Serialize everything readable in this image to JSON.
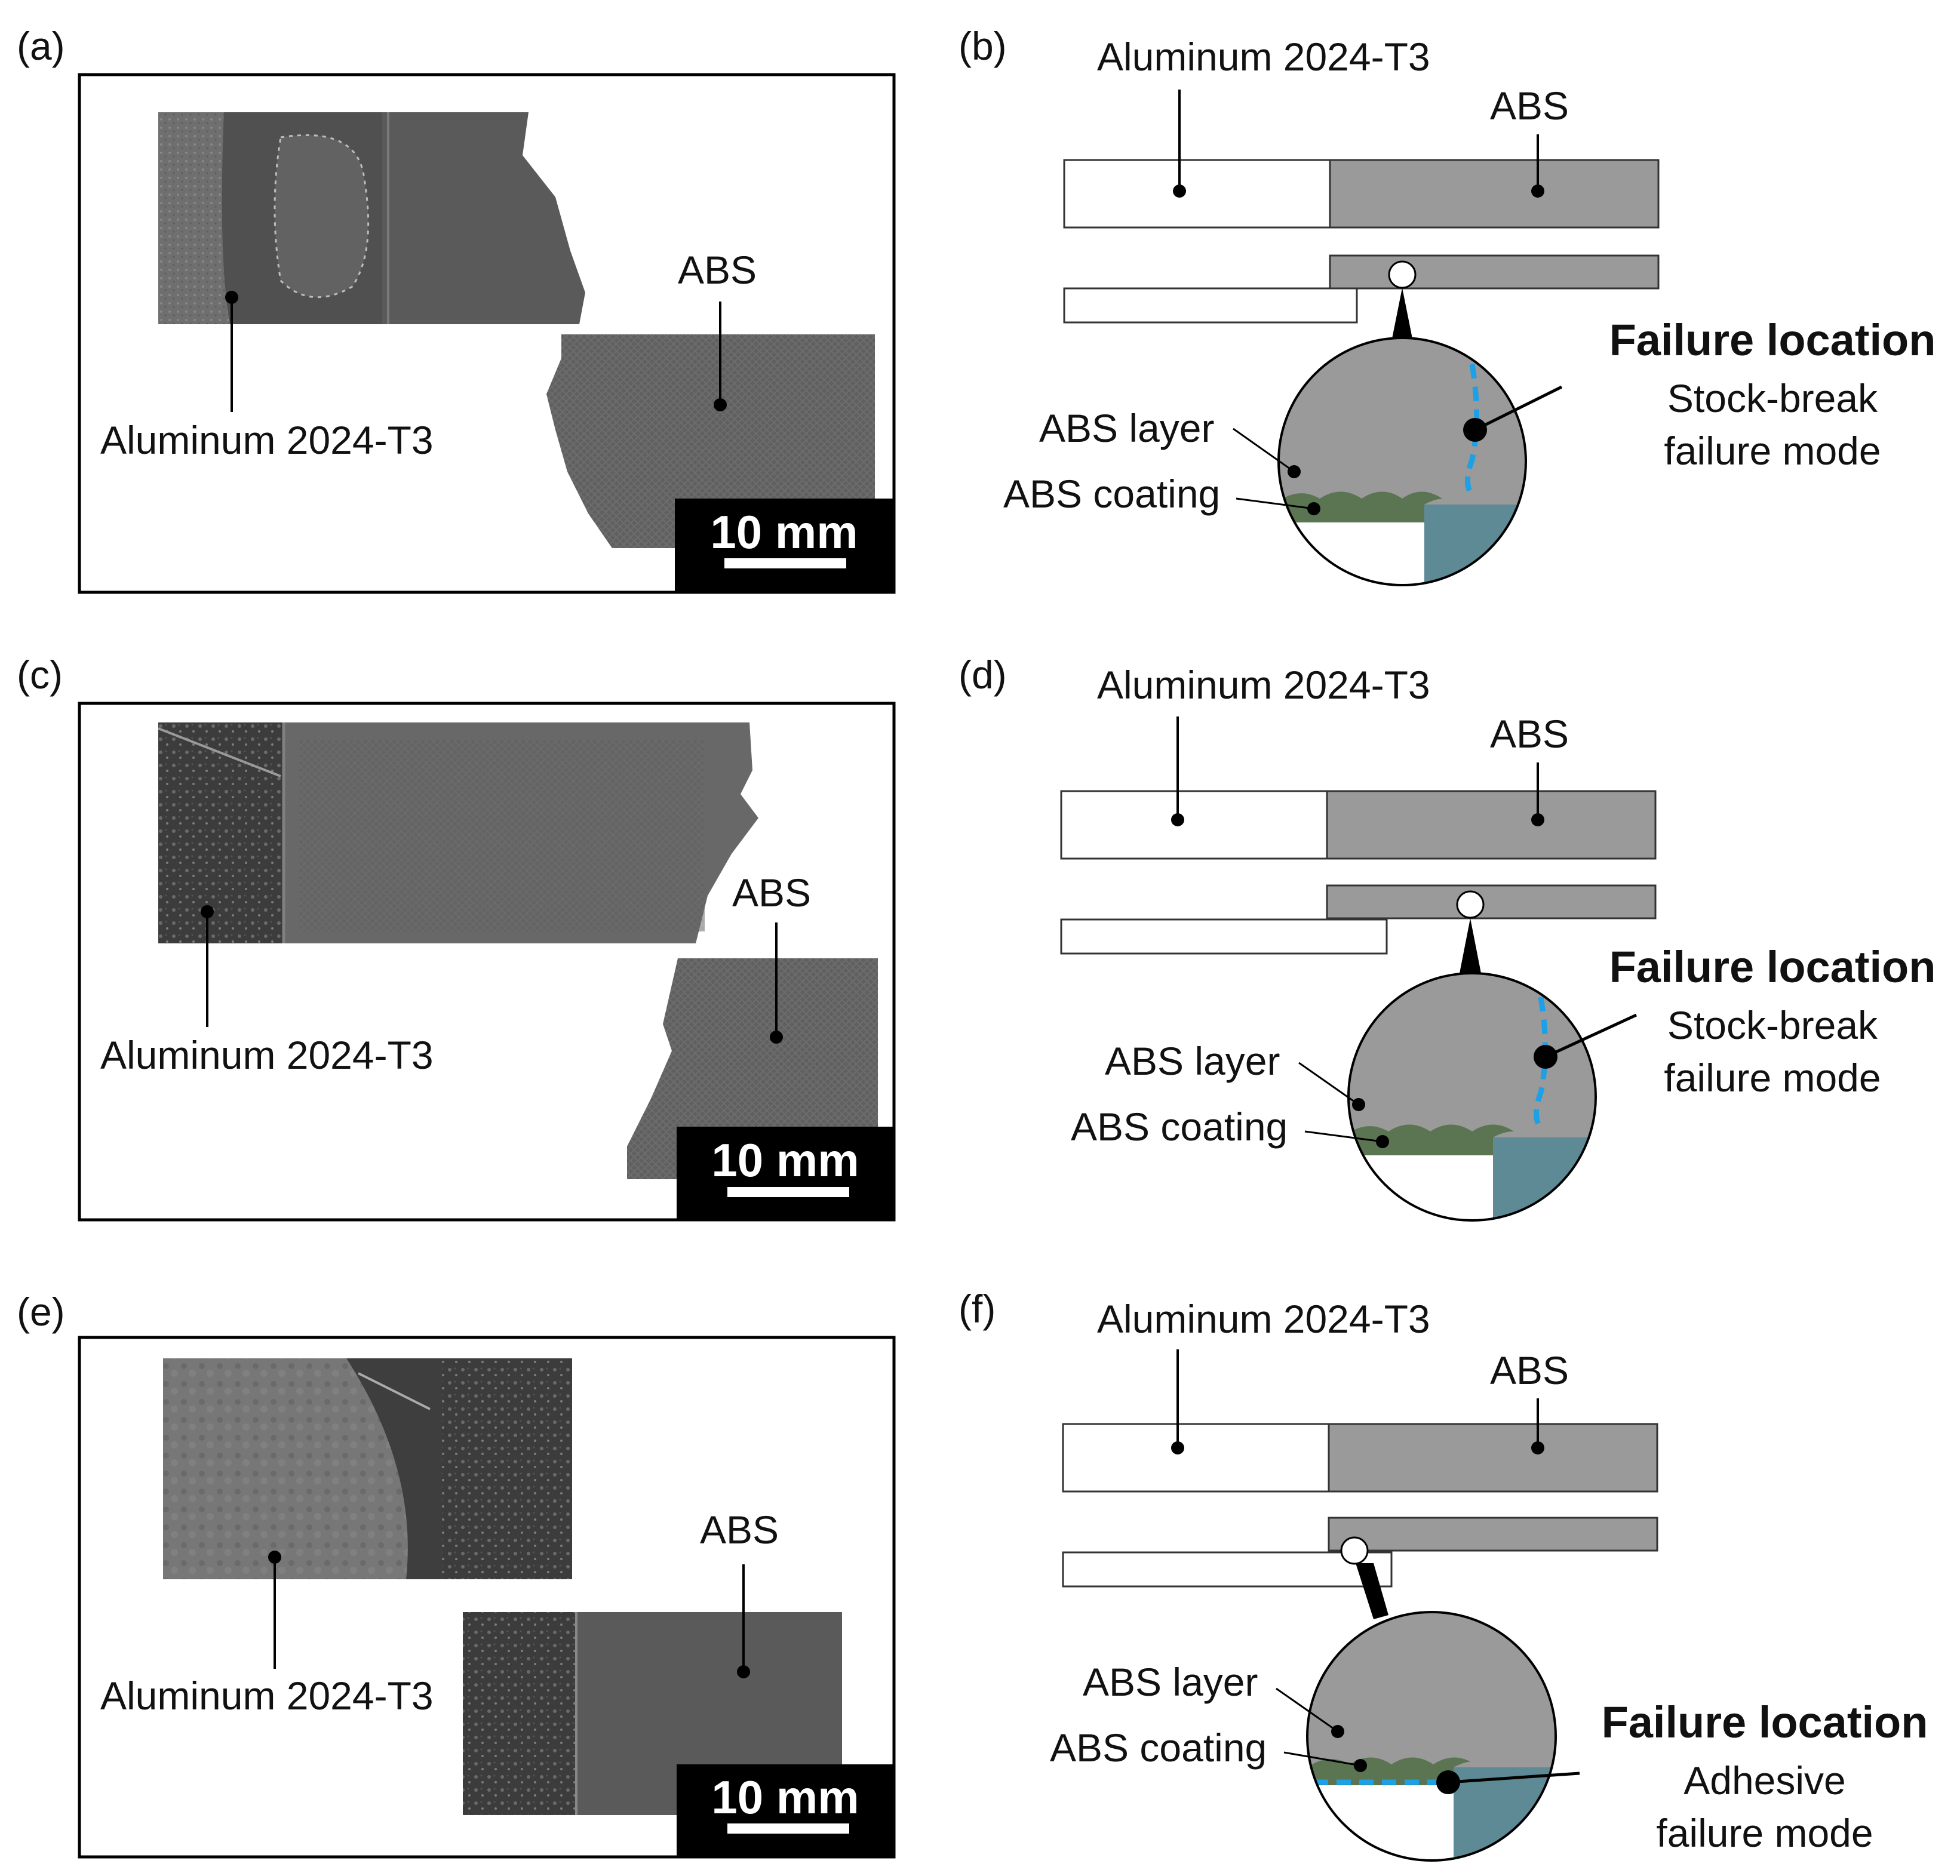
{
  "colors": {
    "abs_gray": "#9a9a9a",
    "coating_green": "#5b7553",
    "aluminum_teal": "#5d8a95",
    "failure_blue": "#1ca0e6",
    "photo_dark": "#4a4a4a",
    "scale_black": "#000000"
  },
  "photo_panels": [
    {
      "letter": "(a)",
      "label_aluminum": "Aluminum 2024-T3",
      "label_abs": "ABS",
      "scale_bar": "10 mm"
    },
    {
      "letter": "(c)",
      "label_aluminum": "Aluminum 2024-T3",
      "label_abs": "ABS",
      "scale_bar": "10 mm"
    },
    {
      "letter": "(e)",
      "label_aluminum": "Aluminum 2024-T3",
      "label_abs": "ABS",
      "scale_bar": "10 mm"
    }
  ],
  "schematic_panels": [
    {
      "letter": "(b)",
      "label_aluminum": "Aluminum 2024-T3",
      "label_abs": "ABS",
      "label_layer": "ABS layer",
      "label_coating": "ABS coating",
      "failure_title": "Failure location",
      "failure_mode_line1": "Stock-break",
      "failure_mode_line2": "failure mode"
    },
    {
      "letter": "(d)",
      "label_aluminum": "Aluminum 2024-T3",
      "label_abs": "ABS",
      "label_layer": "ABS layer",
      "label_coating": "ABS coating",
      "failure_title": "Failure location",
      "failure_mode_line1": "Stock-break",
      "failure_mode_line2": "failure mode"
    },
    {
      "letter": "(f)",
      "label_aluminum": "Aluminum 2024-T3",
      "label_abs": "ABS",
      "label_layer": "ABS layer",
      "label_coating": "ABS coating",
      "failure_title": "Failure location",
      "failure_mode_line1": "Adhesive",
      "failure_mode_line2": "failure mode"
    }
  ]
}
